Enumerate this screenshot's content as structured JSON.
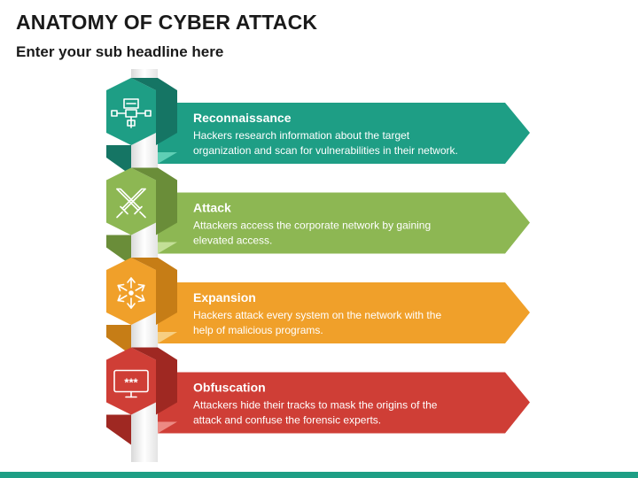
{
  "title": "ANATOMY OF CYBER ATTACK",
  "subtitle": "Enter your sub headline here",
  "steps": [
    {
      "title": "Reconnaissance",
      "desc": [
        "Hackers research information about the target",
        "organization and scan for vulnerabilities in their network."
      ],
      "color": "#1e9e85",
      "dark": "#157564",
      "light": "#5fcfb5",
      "icon": "reconnaissance-icon"
    },
    {
      "title": "Attack",
      "desc": [
        "Attackers access the corporate network by gaining",
        "elevated access."
      ],
      "color": "#8db753",
      "dark": "#6a8d39",
      "light": "#c3df97",
      "icon": "crossed-swords-icon"
    },
    {
      "title": "Expansion",
      "desc": [
        "Hackers attack every system on the network with the",
        "help of malicious programs."
      ],
      "color": "#f0a02a",
      "dark": "#c67d16",
      "light": "#f7cf82",
      "icon": "expand-arrows-icon"
    },
    {
      "title": "Obfuscation",
      "desc": [
        "Attackers hide their tracks to mask the origins of the",
        "attack and confuse the forensic experts."
      ],
      "color": "#cf3e36",
      "dark": "#9f2822",
      "light": "#ec8a83",
      "icon": "masked-password-monitor-icon"
    }
  ],
  "monitor_text": "***"
}
